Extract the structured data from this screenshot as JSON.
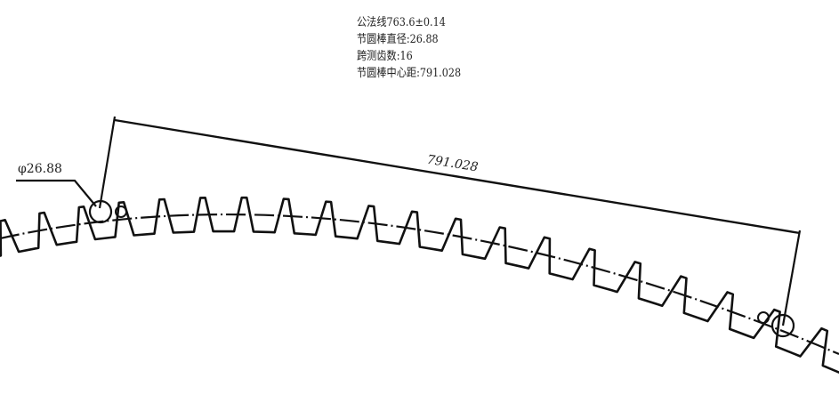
{
  "notes": {
    "line1": "公法线763.6±0.14",
    "line2": "节圆棒直径:26.88",
    "line3": "跨测齿数:16",
    "line4": "节圆棒中心距:791.028"
  },
  "dimension": {
    "distance_label": "791.028",
    "diameter_label": "φ26.88"
  },
  "gear": {
    "teeth_shown": 20,
    "line_color": "#111111"
  }
}
